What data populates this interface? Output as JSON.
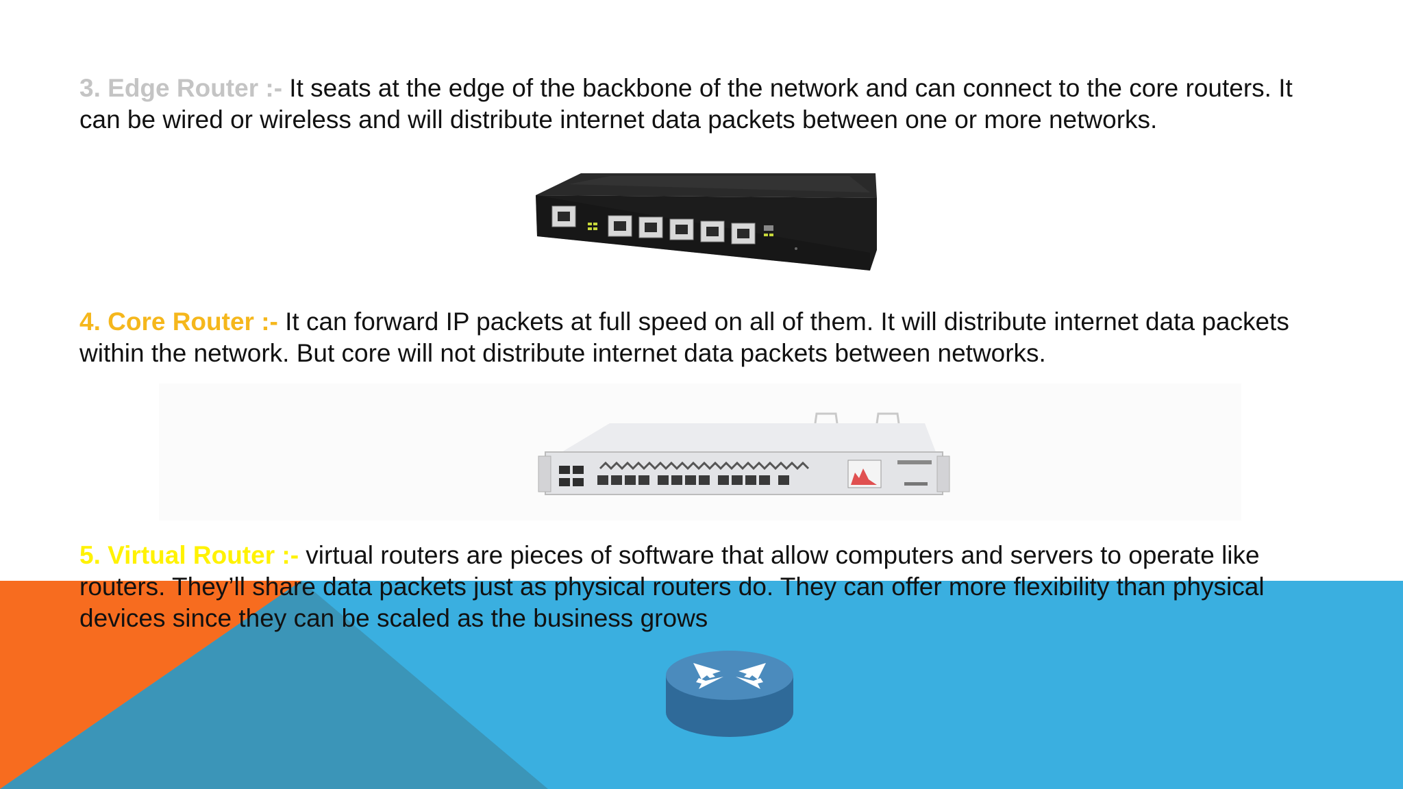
{
  "colors": {
    "edge_lead": "#c4c4c4",
    "core_lead": "#f5b71c",
    "virtual_lead": "#fff200",
    "body_text": "#111111",
    "band_blue": "#3aafe0",
    "band_orange": "#f76c1f",
    "band_teal": "#3b95b8"
  },
  "sections": [
    {
      "lead": "3. Edge Router :-",
      "text": " It seats at the edge of the backbone of the network and can connect to the core routers. It can be wired or wireless and will distribute internet data packets between one or more networks.",
      "image_icon": "edge-router-device-image"
    },
    {
      "lead": "4. Core Router :-",
      "text": " It can forward IP packets at full speed on all of them. It will distribute internet data packets within the network. But core will not distribute internet data packets between networks.",
      "image_icon": "core-router-device-image"
    },
    {
      "lead": "5. Virtual Router :-",
      "text": " virtual routers are pieces of software that allow computers and servers to operate like routers. They’ll share data packets just as physical routers do. They can offer more flexibility than physical devices since they can be scaled as the business grows",
      "image_icon": "router-symbol-icon"
    }
  ]
}
